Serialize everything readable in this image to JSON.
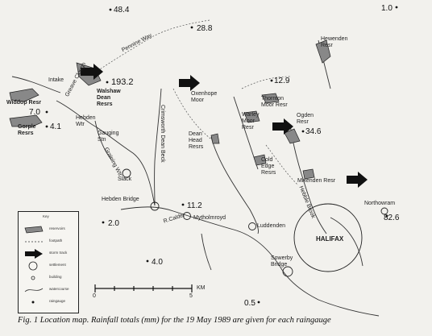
{
  "caption": "Fig. 1   Location map. Rainfall totals (mm) for the 19 May 1989 are given for each raingauge",
  "rainfall": [
    {
      "id": "r1",
      "value": "48.4"
    },
    {
      "id": "r2",
      "value": "1.0"
    },
    {
      "id": "r3",
      "value": "28.8"
    },
    {
      "id": "r4",
      "value": "193.2"
    },
    {
      "id": "r5",
      "value": "12.9"
    },
    {
      "id": "r6",
      "value": "7.0"
    },
    {
      "id": "r7",
      "value": "4.1"
    },
    {
      "id": "r8",
      "value": "34.6"
    },
    {
      "id": "r9",
      "value": "11.2"
    },
    {
      "id": "r10",
      "value": "2.0"
    },
    {
      "id": "r11",
      "value": "82.6"
    },
    {
      "id": "r12",
      "value": "4.0"
    },
    {
      "id": "r13",
      "value": "0.5"
    }
  ],
  "places": {
    "hewenden": "Hewenden\nResr",
    "pennine_way": "Pennine Way",
    "intake": "Intake",
    "widdop": "Widdop Resr",
    "walshaw": "Walshaw\nDean\nResrs",
    "gorple": "Gorple\nResrs",
    "greave_clough": "Greave Clough",
    "hebden_wtr": "Hebden\nWtr",
    "gauging_stn": "Gauging\nStn",
    "graining_wtr": "Graining Wtr",
    "crimsworth": "Crimsworth Dean Beck",
    "slack": "Slack",
    "hebden_bridge": "Hebden Bridge",
    "r_calder": "R.Calder",
    "mytholmroyd": "Mytholmroyd",
    "luddenden": "Luddenden",
    "warley_moor": "Warley\nMoor\nResr",
    "thornton_moor": "Thornton\nMoor Resr",
    "ogden": "Ogden\nResr",
    "dean_head": "Dean\nHead\nResrs",
    "cold_edge": "Cold\nEdge\nResrs",
    "mixenden": "Mixenden Resr",
    "northowram": "Northowram",
    "halifax": "HALIFAX",
    "sowerby_bridge": "Sowerby\nBridge",
    "oxenhope_moor": "Oxenhope\nMoor",
    "hebble_brook": "Hebble Brook"
  },
  "legend": {
    "key_title": "Key",
    "items": [
      {
        "symbol": "reservoirs-icon",
        "text": "reservoirs"
      },
      {
        "symbol": "footpath-icon",
        "text": "footpath"
      },
      {
        "symbol": "storm-track-icon",
        "text": "storm track"
      },
      {
        "symbol": "settlement-icon",
        "text": "settlement"
      },
      {
        "symbol": "building-icon",
        "text": "building"
      },
      {
        "symbol": "watercourse-icon",
        "text": "watercourse"
      },
      {
        "symbol": "raingauge-icon",
        "text": "raingauge"
      }
    ]
  },
  "scale": {
    "zero": "0",
    "five": "5",
    "unit": "KM"
  },
  "colors": {
    "ink": "#1a1a1a",
    "paper": "#f2f1ed"
  }
}
